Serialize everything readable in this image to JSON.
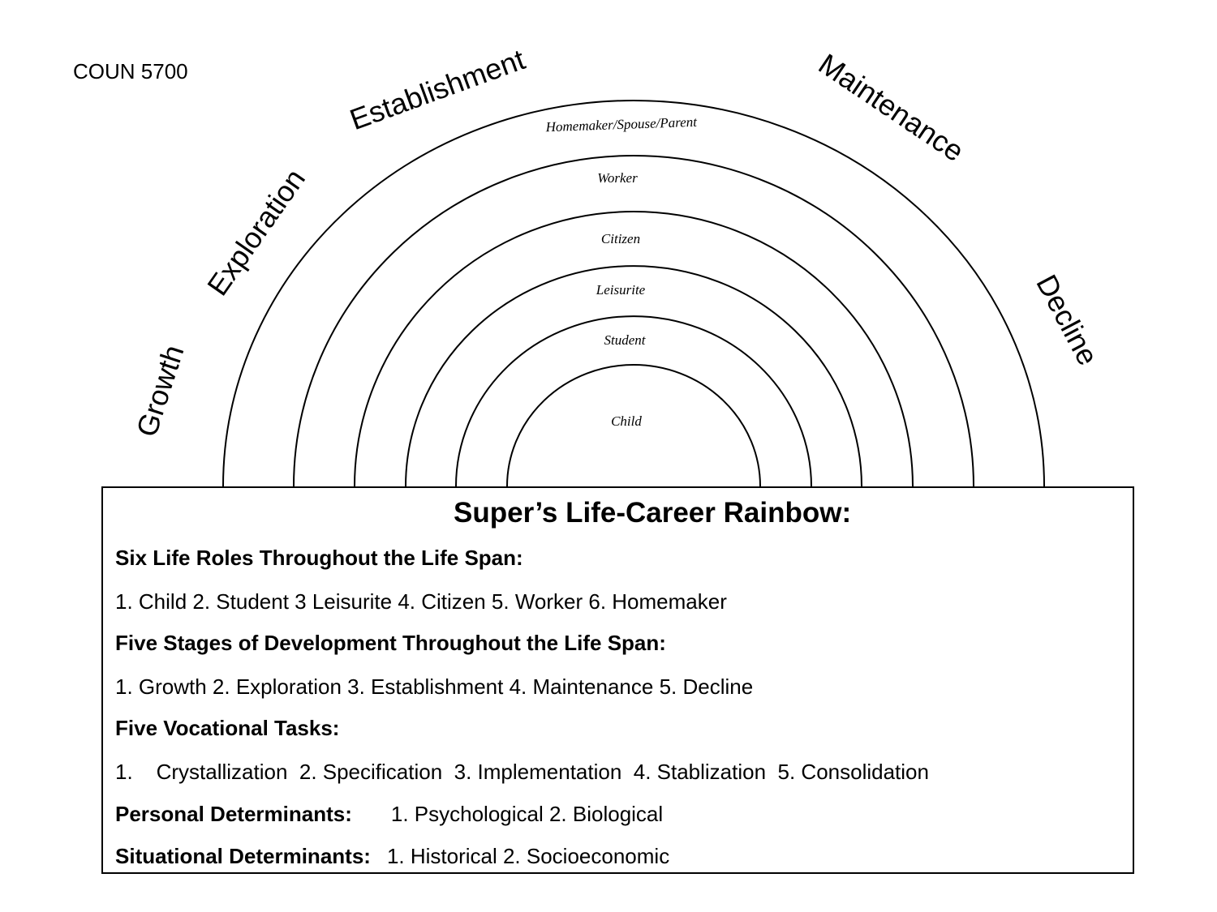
{
  "course_code": "COUN 5700",
  "stages": [
    "Growth",
    "Exploration",
    "Establishment",
    "Maintenance",
    "Decline"
  ],
  "roles": [
    "Homemaker/Spouse/Parent",
    "Worker",
    "Citizen",
    "Leisurite",
    "Student",
    "Child"
  ],
  "info": {
    "title": "Super’s Life-Career Rainbow:",
    "roles_heading": "Six Life Roles Throughout the Life Span:",
    "roles_list": "1. Child  2. Student  3 Leisurite  4. Citizen  5. Worker  6. Homemaker",
    "stages_heading": "Five Stages of Development Throughout the Life Span:",
    "stages_list": "1. Growth  2. Exploration  3. Establishment  4. Maintenance  5. Decline",
    "tasks_heading": "Five Vocational Tasks:",
    "tasks_list": "1.    Crystallization  2. Specification  3. Implementation  4. Stablization  5. Consolidation",
    "personal_heading": "Personal Determinants:",
    "personal_list": "1. Psychological  2. Biological",
    "situational_heading": "Situational Determinants:",
    "situational_list": "1. Historical  2. Socioeconomic"
  }
}
